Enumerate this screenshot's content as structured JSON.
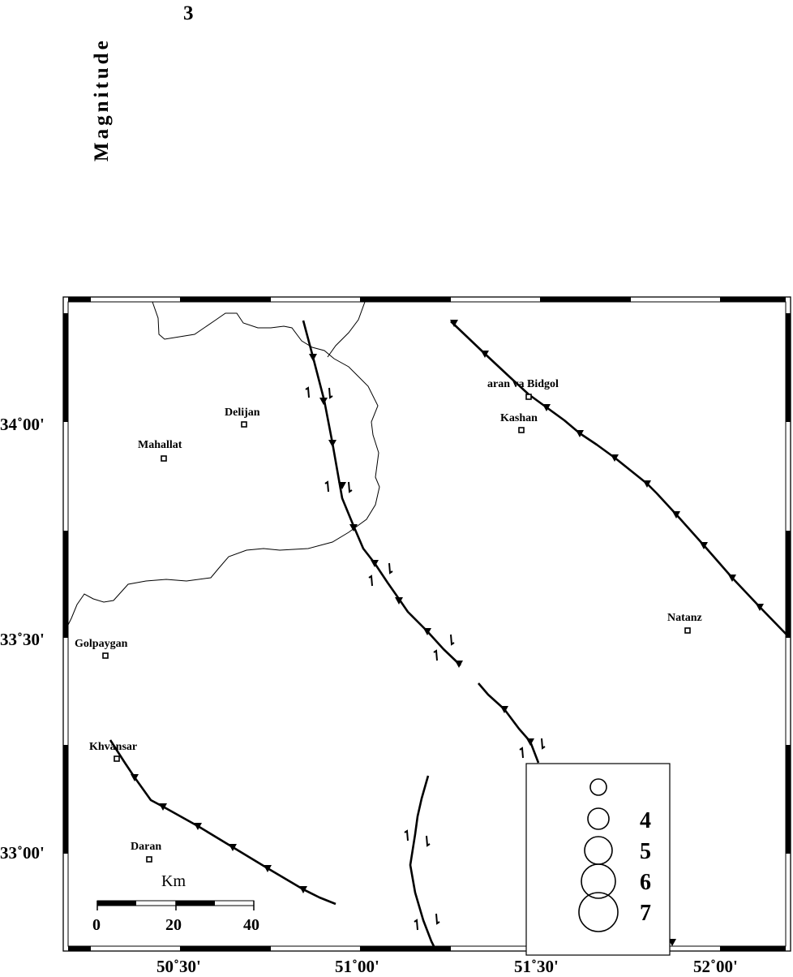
{
  "legend_title": "Magnitude",
  "legend_top_value": "3",
  "magnitude_legend": [
    {
      "label": "",
      "magnitude": 3
    },
    {
      "label": "4",
      "magnitude": 4
    },
    {
      "label": "5",
      "magnitude": 5
    },
    {
      "label": "6",
      "magnitude": 6
    },
    {
      "label": "7",
      "magnitude": 7
    }
  ],
  "cities": [
    {
      "name": "Delijan"
    },
    {
      "name": "Mahallat"
    },
    {
      "name": "aran va Bidgol"
    },
    {
      "name": "Kashan"
    },
    {
      "name": "Natanz"
    },
    {
      "name": "Golpaygan"
    },
    {
      "name": "Khvansar"
    },
    {
      "name": "Daran"
    }
  ],
  "lat_labels": [
    "34˚00'",
    "33˚30'",
    "33˚00'"
  ],
  "lon_labels": [
    "50˚30'",
    "51˚00'",
    "51˚30'",
    "52˚00'"
  ],
  "scale_bar": {
    "unit": "Km",
    "ticks": [
      "0",
      "20",
      "40"
    ]
  }
}
